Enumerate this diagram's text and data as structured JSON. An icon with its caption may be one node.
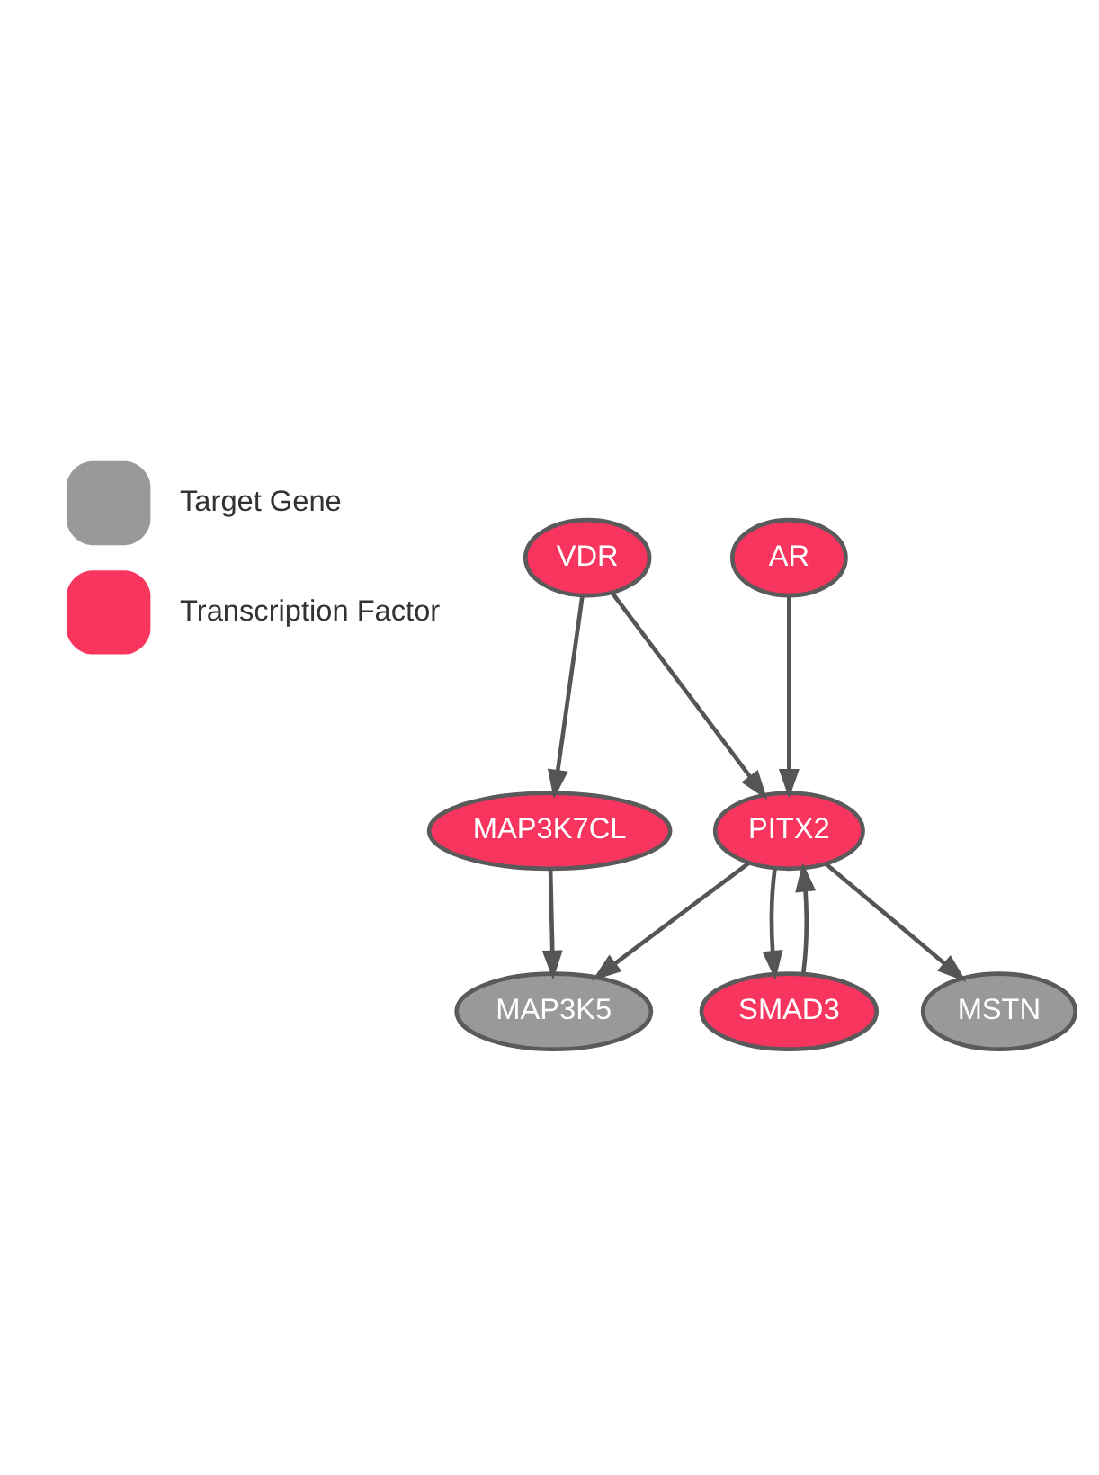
{
  "diagram": {
    "nodes": [
      {
        "text": [
          "VDR"
        ]
      },
      {
        "text": [
          "AR"
        ]
      },
      {
        "text": [
          "SMAD3"
        ]
      },
      {
        "text": [
          "MAP3K7CL"
        ]
      },
      {
        "text": [
          "PITX2"
        ]
      },
      {
        "text": [
          "MAP3K5"
        ]
      },
      {
        "text": [
          "MSTN"
        ]
      }
    ],
    "edges": [
      {
        "from": 0,
        "to": 3,
        "arrow": "to"
      },
      {
        "from": 0,
        "to": 4,
        "arrow": "to"
      },
      {
        "from": 1,
        "to": 4,
        "arrow": "to"
      },
      {
        "from": 2,
        "to": 4,
        "arrow": "to"
      },
      {
        "from": 4,
        "to": 2,
        "arrow": "to"
      },
      {
        "from": 3,
        "to": 5,
        "arrow": "to"
      },
      {
        "from": 4,
        "to": 5,
        "arrow": "to"
      },
      {
        "from": 4,
        "to": 6,
        "arrow": "to"
      }
    ],
    "legend": [
      {
        "text": "Target Gene",
        "color": "#999999"
      },
      {
        "text": "Transcription Factor",
        "color": "#f7355f"
      }
    ]
  }
}
